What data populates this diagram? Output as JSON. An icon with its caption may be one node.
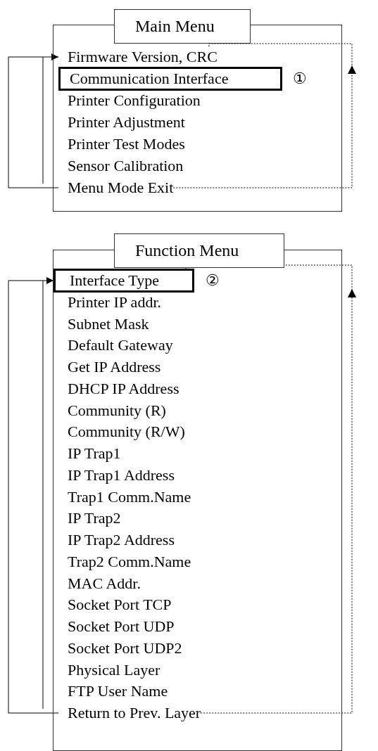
{
  "diagram": {
    "nodes": [
      {
        "text": [
          "Main Menu"
        ]
      },
      {
        "text": [
          "Firmware Version, CRC"
        ],
        "in": 0
      },
      {
        "text": [
          "Communication Interface"
        ],
        "in": 0,
        "beside": [
          "①"
        ]
      },
      {
        "text": [
          "Printer Configuration"
        ],
        "in": 0
      },
      {
        "text": [
          "Printer Adjustment"
        ],
        "in": 0
      },
      {
        "text": [
          "Printer Test Modes"
        ],
        "in": 0
      },
      {
        "text": [
          "Sensor Calibration"
        ],
        "in": 0
      },
      {
        "text": [
          "Menu Mode Exit"
        ],
        "in": 0
      },
      {
        "text": [
          "Function Menu"
        ]
      },
      {
        "text": [
          "Interface Type"
        ],
        "in": 8,
        "beside": [
          "②"
        ]
      },
      {
        "text": [
          "Printer IP addr."
        ],
        "in": 8
      },
      {
        "text": [
          "Subnet Mask"
        ],
        "in": 8
      },
      {
        "text": [
          "Default Gateway"
        ],
        "in": 8
      },
      {
        "text": [
          "Get IP Address"
        ],
        "in": 8
      },
      {
        "text": [
          "DHCP IP Address"
        ],
        "in": 8
      },
      {
        "text": [
          "Community (R)"
        ],
        "in": 8
      },
      {
        "text": [
          "Community (R/W)"
        ],
        "in": 8
      },
      {
        "text": [
          "IP Trap1"
        ],
        "in": 8
      },
      {
        "text": [
          "IP Trap1 Address"
        ],
        "in": 8
      },
      {
        "text": [
          "Trap1 Comm.Name"
        ],
        "in": 8
      },
      {
        "text": [
          "IP Trap2"
        ],
        "in": 8
      },
      {
        "text": [
          "IP Trap2 Address"
        ],
        "in": 8
      },
      {
        "text": [
          "Trap2 Comm.Name"
        ],
        "in": 8
      },
      {
        "text": [
          "MAC Addr."
        ],
        "in": 8
      },
      {
        "text": [
          "Socket Port TCP"
        ],
        "in": 8
      },
      {
        "text": [
          "Socket Port UDP"
        ],
        "in": 8
      },
      {
        "text": [
          "Socket Port UDP2"
        ],
        "in": 8
      },
      {
        "text": [
          "Physical Layer"
        ],
        "in": 8
      },
      {
        "text": [
          "FTP User Name"
        ],
        "in": 8
      },
      {
        "text": [
          "Return to Prev. Layer"
        ],
        "in": 8
      }
    ],
    "edges": [
      {
        "from": 7,
        "to": 1,
        "arrow": "to"
      },
      {
        "from": 7,
        "to": 1,
        "arrow": "to",
        "style": "dashed"
      },
      {
        "from": 29,
        "to": 9,
        "arrow": "to"
      },
      {
        "from": 29,
        "to": 9,
        "arrow": "to",
        "style": "dashed"
      }
    ]
  }
}
